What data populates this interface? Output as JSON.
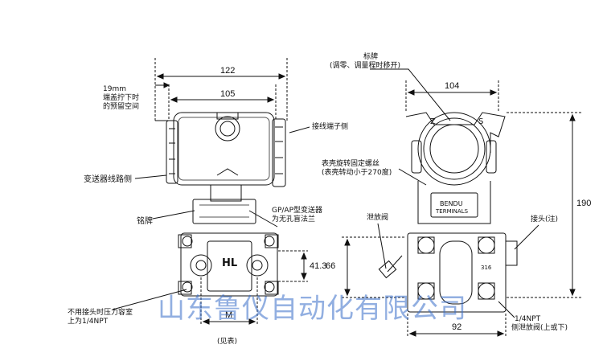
{
  "dimensions": {
    "d122": "122",
    "d105": "105",
    "d104": "104",
    "d190": "190",
    "d66": "66",
    "d41_3": "41.3",
    "d92": "92",
    "m": "M",
    "see_table": "(见表)"
  },
  "labels": {
    "clearance_line1": "19mm",
    "clearance_line2": "端盖拧下时",
    "clearance_line3": "的预留空间",
    "terminal_side": "接线端子侧",
    "circuit_side": "变送器线路侧",
    "nameplate": "铭牌",
    "gp_ap_line1": "GP/AP型变送器",
    "gp_ap_line2": "为无孔盲法兰",
    "tag_line1": "标牌",
    "tag_line2": "(调零、调量程时移开)",
    "housing_screw_line1": "表壳旋转固定螺丝",
    "housing_screw_line2": "(表壳转动小于270度)",
    "drain_valve": "泄放阀",
    "connector": "接头(注)",
    "npt_note_line1": "不用接头时压力容室",
    "npt_note_line2": "上为1/4NPT",
    "side_drain_line1": "1/4NPT",
    "side_drain_line2": "侧泄放阀(上或下)",
    "hl": "HL",
    "z": "Z",
    "s": "S",
    "bendu": "BENDU",
    "terminals": "TERMINALS",
    "num_316": "316"
  },
  "watermark": "山东鲁仪自动化有限公司"
}
